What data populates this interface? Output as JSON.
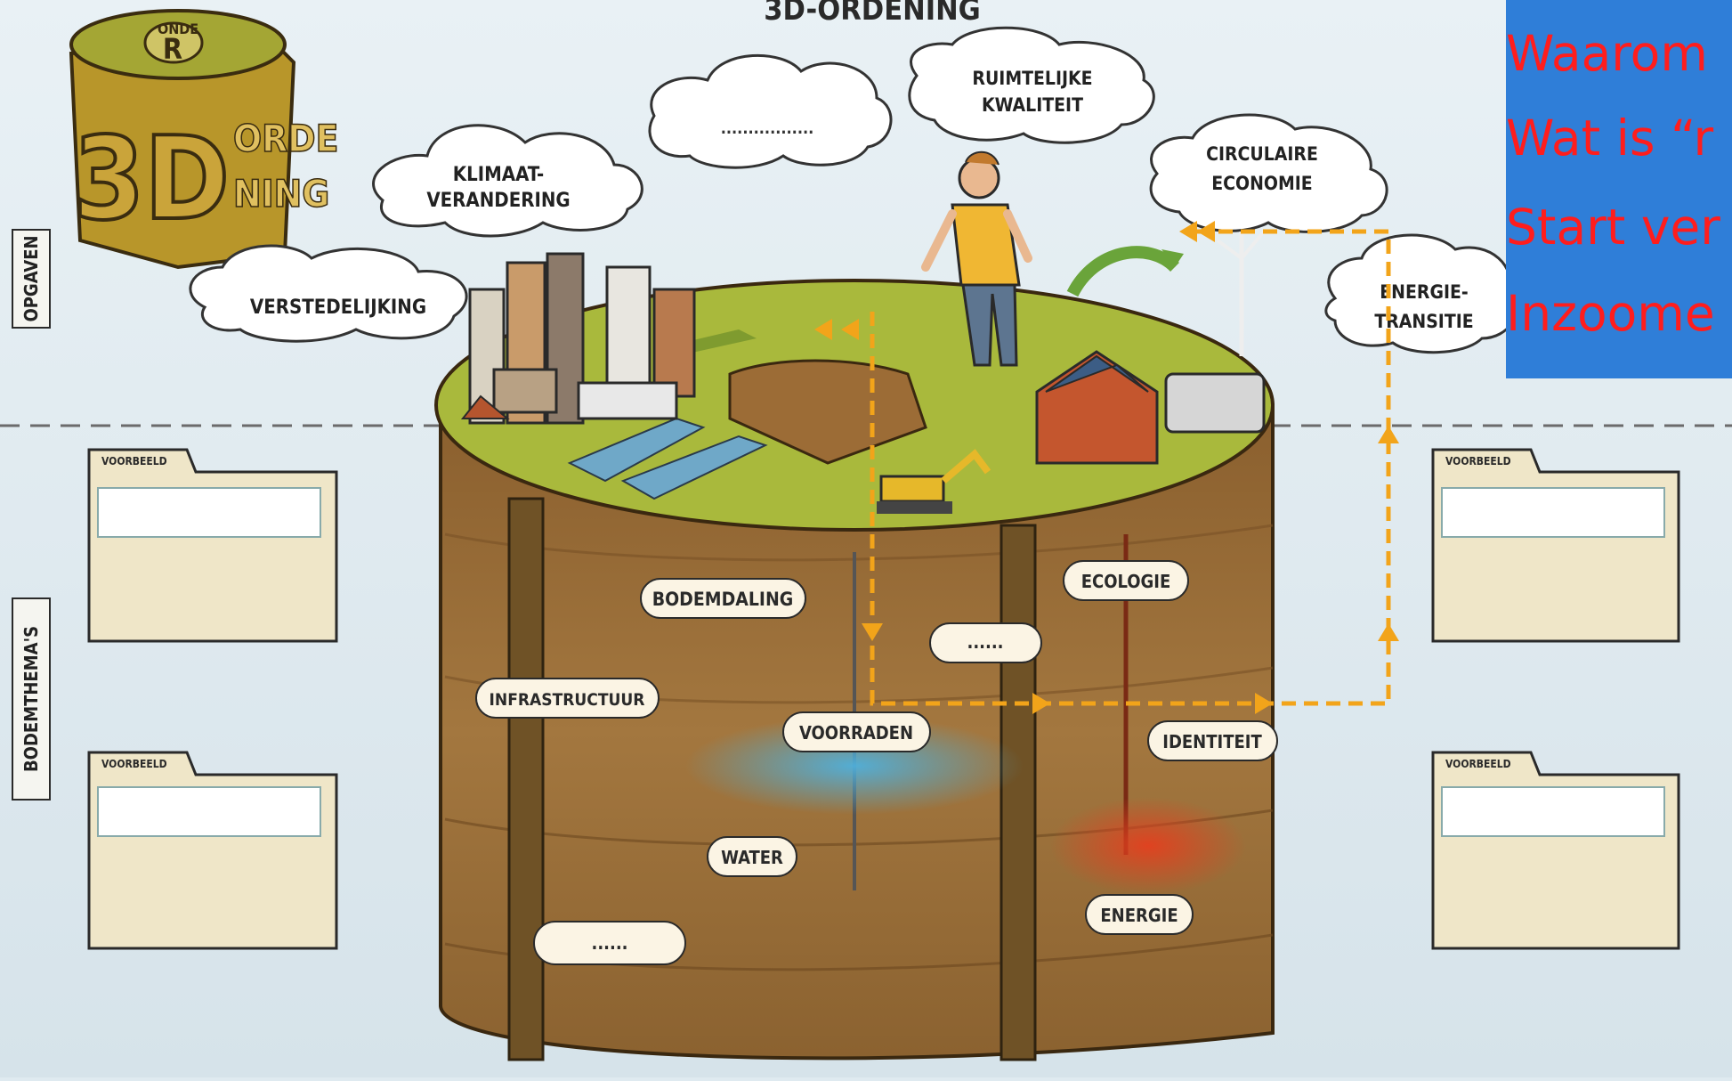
{
  "title": "3D-ORDENING",
  "logo": {
    "top_text": "ONDE",
    "badge_letter": "R",
    "big_text": "3D",
    "side_text_1": "ORDE",
    "side_text_2": "NING"
  },
  "side_labels": {
    "opgaven": "OPGAVEN",
    "bodemthemas": "BODEMTHEMA'S"
  },
  "opgaven": {
    "klimaat_1": "KLIMAAT-",
    "klimaat_2": "VERANDERING",
    "verstedelijking": "VERSTEDELIJKING",
    "blank_cloud": ".................",
    "ruimtelijke_1": "RUIMTELIJKE",
    "ruimtelijke_2": "KWALITEIT",
    "circulaire_1": "CIRCULAIRE",
    "circulaire_2": "ECONOMIE",
    "energie_1": "ENERGIE-",
    "energie_2": "TRANSITIE"
  },
  "bodemthemas": {
    "bodemdaling": "BODEMDALING",
    "infrastructuur": "INFRASTRUCTUUR",
    "voorraden": "VOORRADEN",
    "water": "WATER",
    "ecologie": "ECOLOGIE",
    "identiteit": "IDENTITEIT",
    "energie": "ENERGIE",
    "blank_1": "......",
    "blank_2": "......"
  },
  "example_label": "VOORBEELD",
  "overlay": {
    "background": "#2f7ed8",
    "text_color": "#ff1d1d",
    "lines": [
      "Waarom",
      "Wat is “r",
      "Start ver",
      "Inzoome"
    ]
  },
  "colors": {
    "sky": "#dfeaf0",
    "grass": "#a8b83a",
    "soil": "#9a6b36",
    "arrow": "#f2a41a",
    "red_heat": "#d84a2a",
    "water": "#5aa8cf"
  }
}
